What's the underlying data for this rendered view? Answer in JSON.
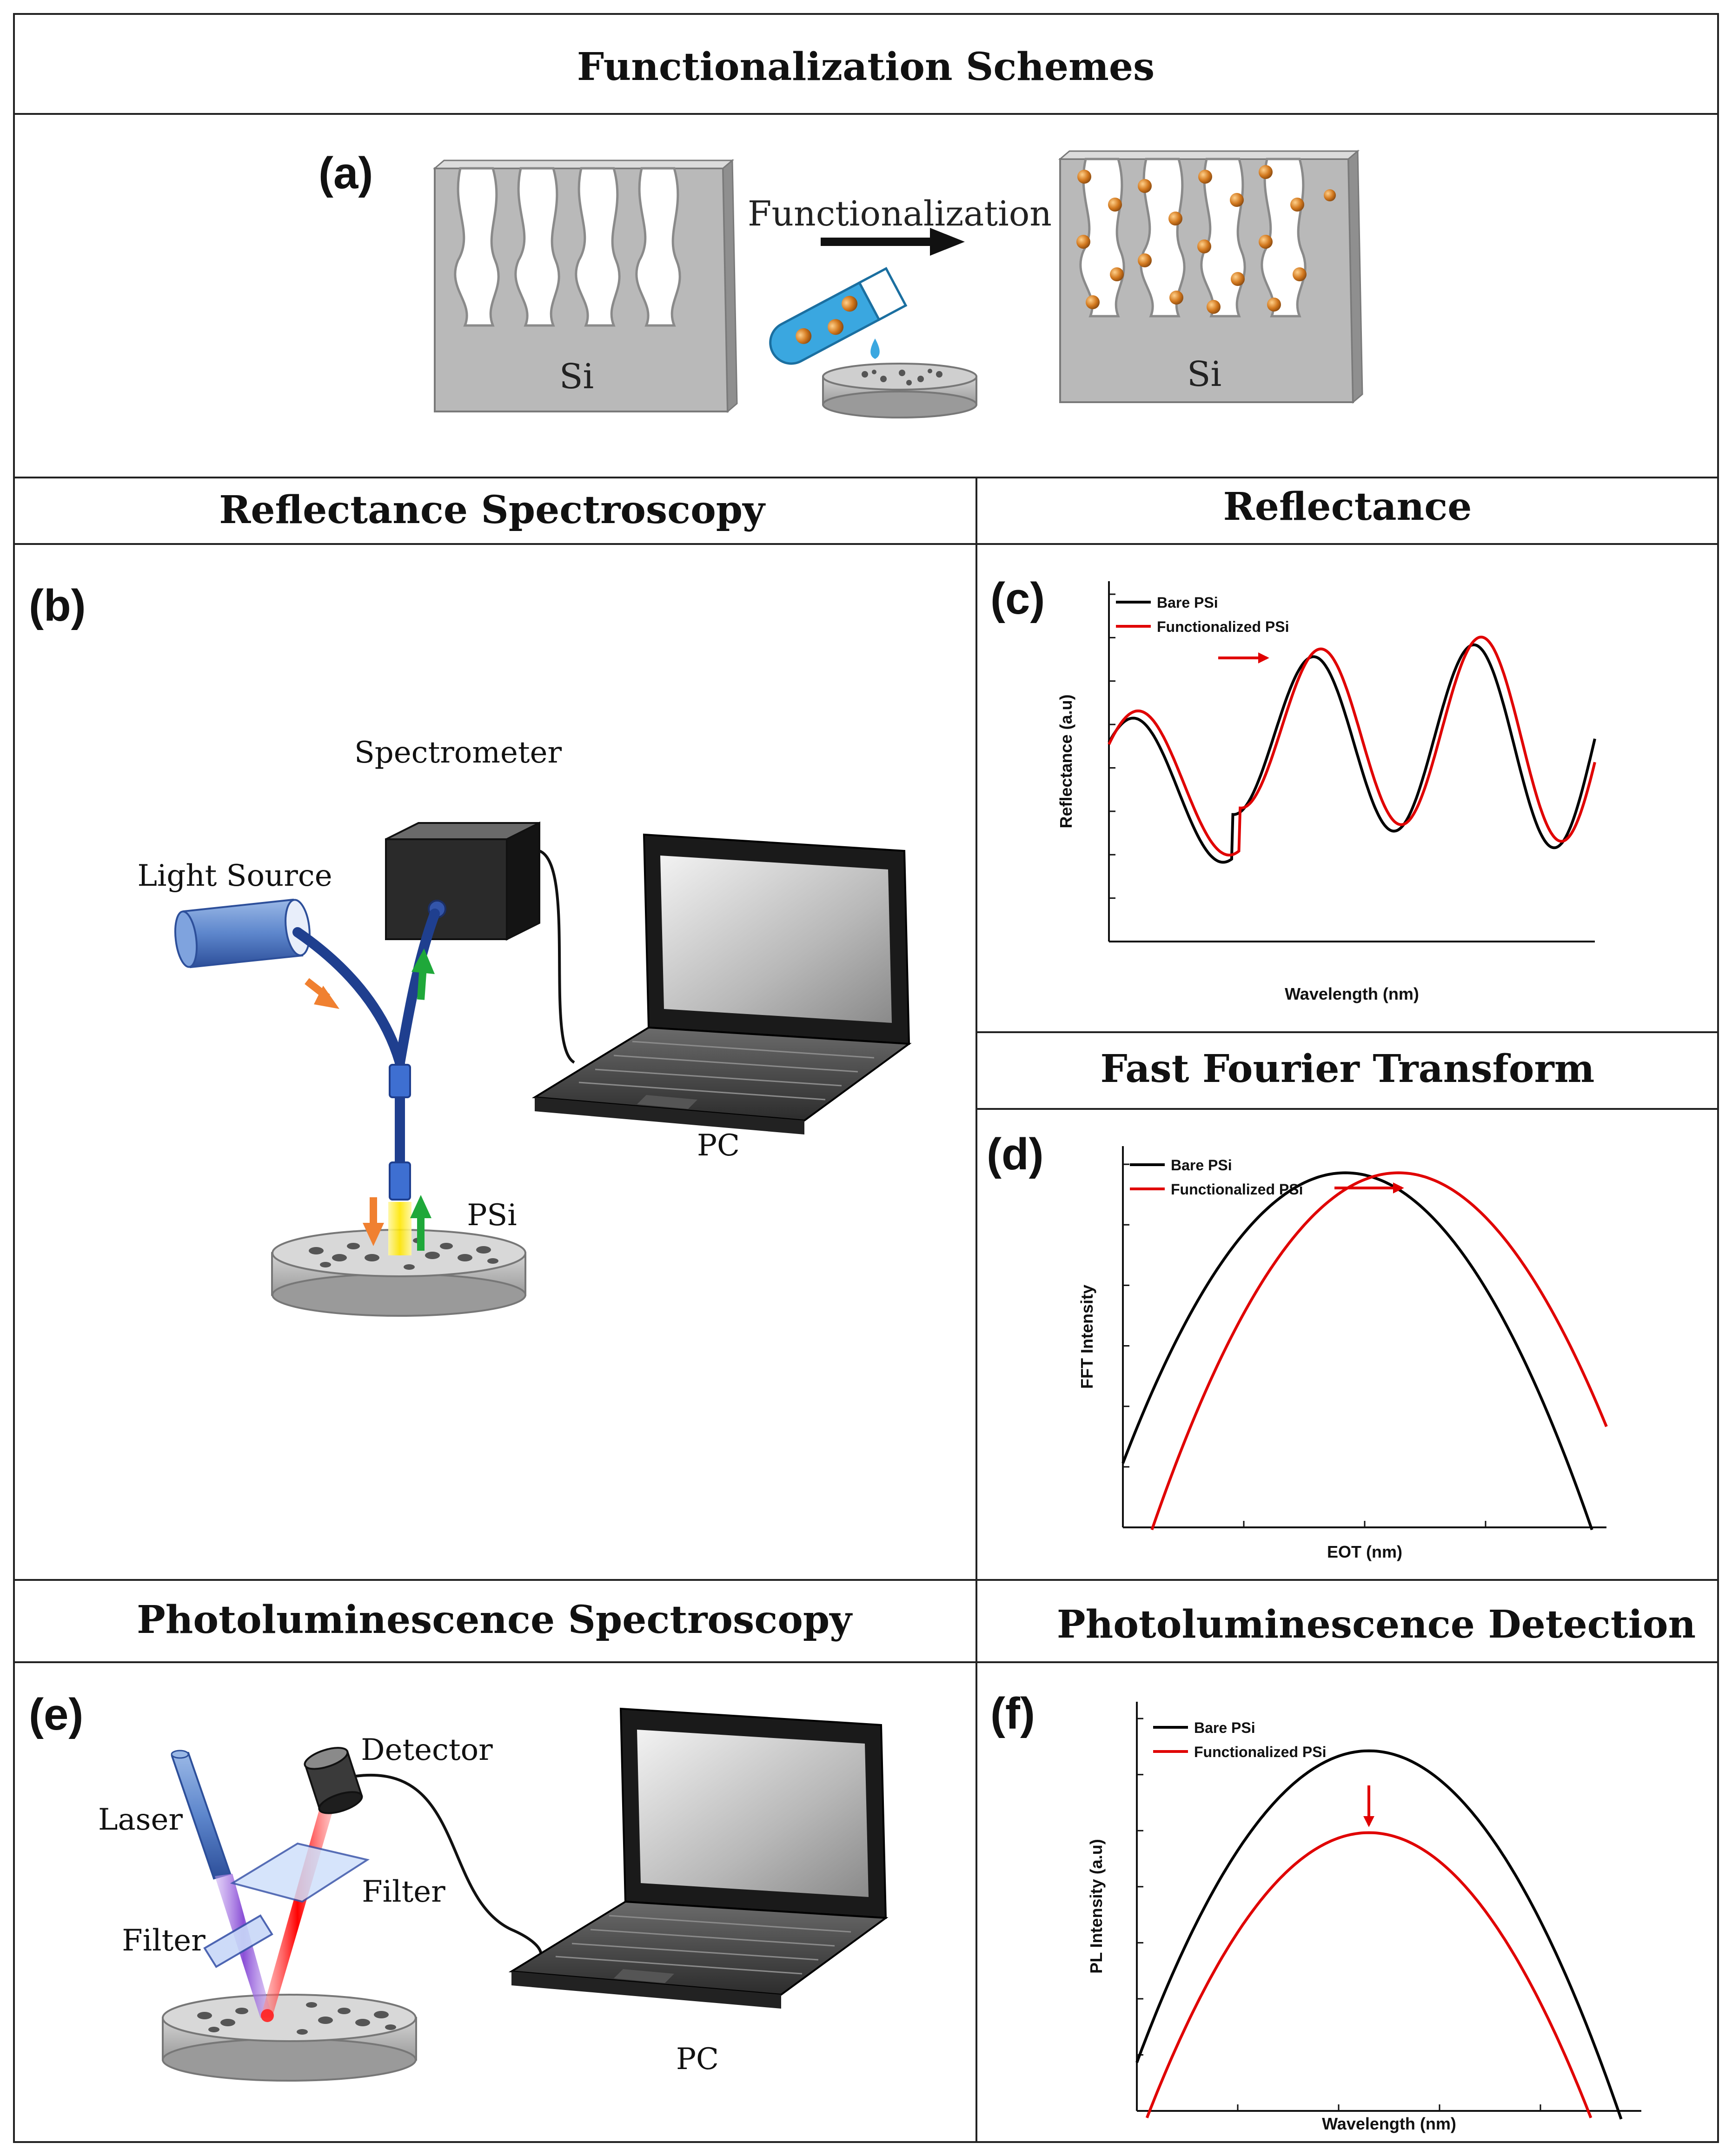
{
  "sections": {
    "functionalization": "Functionalization Schemes",
    "reflectance_spectroscopy": "Reflectance Spectroscopy",
    "reflectance": "Reflectance",
    "fft": "Fast Fourier Transform",
    "pl_spectroscopy": "Photoluminescence Spectroscopy",
    "pl_detection": "Photoluminescence Detection"
  },
  "panel_a": {
    "label": "(a)",
    "arrow_text": "Functionalization",
    "substrate_left": "Si",
    "substrate_right": "Si"
  },
  "panel_b": {
    "label": "(b)",
    "spectrometer": "Spectrometer",
    "light_source": "Light Source",
    "psi": "PSi",
    "pc": "PC"
  },
  "panel_e": {
    "label": "(e)",
    "detector": "Detector",
    "laser": "Laser",
    "filter_top": "Filter",
    "filter_bottom": "Filter",
    "pc": "PC"
  },
  "chart_data": [
    {
      "panel": "(c)",
      "type": "line",
      "xlabel": "Wavelength (nm)",
      "ylabel": "Reflectance (a.u)",
      "legend_position": "top-left",
      "annotation": "red arrow pointing right (red shift)",
      "series": [
        {
          "name": "Bare PSi",
          "color": "#000000",
          "shape": "sinusoid",
          "peaks_x": [
            0.05,
            0.42,
            0.75
          ],
          "peaks_y": [
            0.62,
            0.78,
            0.86
          ]
        },
        {
          "name": "Functionalized PSi",
          "color": "#e00000",
          "shape": "sinusoid",
          "peaks_x": [
            0.06,
            0.435,
            0.765
          ],
          "peaks_y": [
            0.64,
            0.8,
            0.88
          ]
        }
      ]
    },
    {
      "panel": "(d)",
      "type": "line",
      "xlabel": "EOT (nm)",
      "ylabel": "FFT Intensity",
      "legend_position": "top-left",
      "annotation": "red arrow pointing right (peak shift)",
      "series": [
        {
          "name": "Bare PSi",
          "color": "#000000",
          "shape": "parabola",
          "peak_x": 0.46,
          "peak_y": 0.93
        },
        {
          "name": "Functionalized PSi",
          "color": "#e00000",
          "shape": "parabola",
          "peak_x": 0.57,
          "peak_y": 0.93
        }
      ]
    },
    {
      "panel": "(f)",
      "type": "line",
      "xlabel": "Wavelength (nm)",
      "ylabel": "PL Intensity (a.u)",
      "legend_position": "top-left",
      "annotation": "red arrow pointing down (intensity decrease)",
      "series": [
        {
          "name": "Bare PSi",
          "color": "#000000",
          "shape": "parabola",
          "peak_x": 0.46,
          "peak_y": 0.88
        },
        {
          "name": "Functionalized PSi",
          "color": "#e00000",
          "shape": "parabola",
          "peak_x": 0.46,
          "peak_y": 0.68
        }
      ]
    }
  ]
}
